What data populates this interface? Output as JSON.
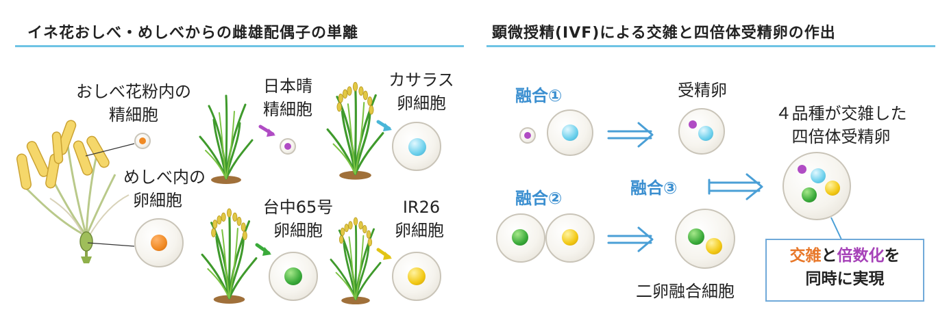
{
  "left": {
    "title": "イネ花おしべ・めしべからの雌雄配偶子の単離",
    "sperm_label_1": "おしべ花粉内の",
    "sperm_label_2": "精細胞",
    "egg_label_1": "めしべ内の",
    "egg_label_2": "卵細胞",
    "nipponbare_1": "日本晴",
    "nipponbare_2": "精細胞",
    "kasalath_1": "カサラス",
    "kasalath_2": "卵細胞",
    "taichung_1": "台中65号",
    "taichung_2": "卵細胞",
    "ir26_1": "IR26",
    "ir26_2": "卵細胞"
  },
  "right": {
    "title": "顕微授精(IVF)による交雑と四倍体受精卵の作出",
    "fusion1": "融合①",
    "fusion2": "融合②",
    "fusion3": "融合③",
    "zygote_label": "受精卵",
    "two_egg_label": "二卵融合細胞",
    "result_1": "４品種が交雑した",
    "result_2": "四倍体受精卵",
    "box_w1": "交雑",
    "box_w2": "と",
    "box_w3": "倍数化",
    "box_w4": "を",
    "box_line2": "同時に実現"
  },
  "colors": {
    "rule": "#6ec3e4",
    "label_blue": "#3b8fd0",
    "arrow_blue": "#4a9fd6",
    "box_border": "#6fa9d9",
    "orange_cell": "#f08a24",
    "purple_cell": "#b04cc4",
    "cyan_cell": "#6cd0ec",
    "green_cell": "#3aaa3a",
    "yellow_cell": "#f2c814",
    "word_orange": "#e8782a",
    "word_purple": "#a642b8"
  }
}
